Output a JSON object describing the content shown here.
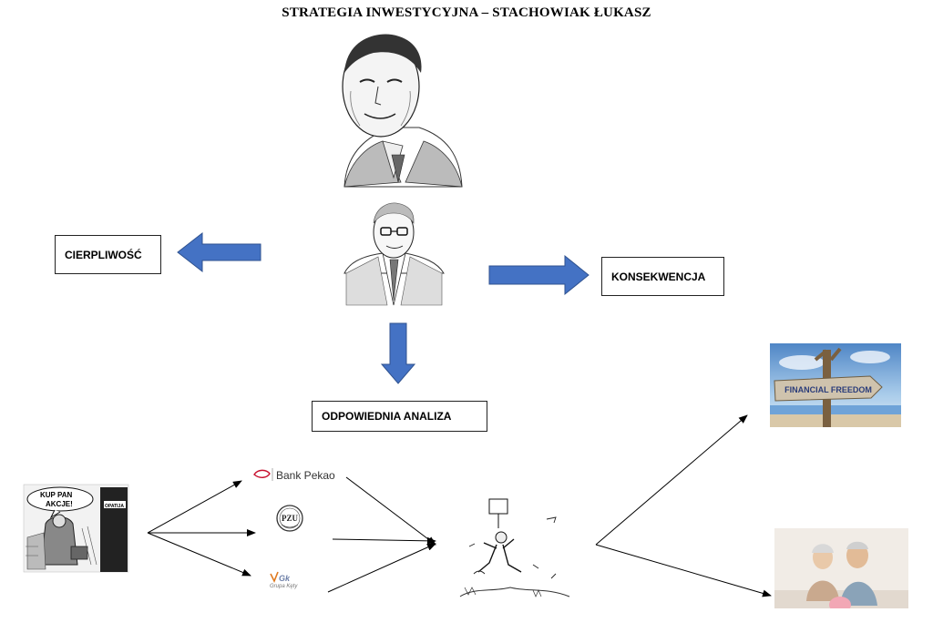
{
  "title": "STRATEGIA INWESTYCYJNA – STACHOWIAK ŁUKASZ",
  "boxes": {
    "left": "CIERPLIWOŚĆ",
    "right": "KONSEKWENCJA",
    "bottom": "ODPOWIEDNIA ANALIZA"
  },
  "logos": {
    "pekao": "Bank Pekao",
    "pzu": "PZU",
    "kety_mark": "Gk",
    "kety_name": "Grupa Kęty"
  },
  "cartoons": {
    "left_bubble_line1": "KUP PAN",
    "left_bubble_line2": "AKCJE!",
    "sign_text": "OPATIJA"
  },
  "images": {
    "freedom_sign": "FINANCIAL FREEDOM"
  },
  "colors": {
    "arrow_blue": "#4472C4",
    "arrow_blue_dark": "#2F528F",
    "sky": "#6FA3D8",
    "sand": "#D9C8A8",
    "pekao_red": "#C8102E"
  }
}
